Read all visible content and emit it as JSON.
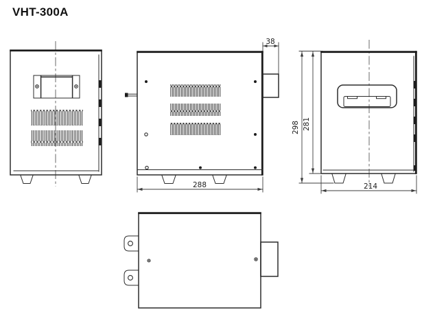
{
  "page": {
    "title": "VHT-300A",
    "background": "#ffffff",
    "line_color": "#2b2b2b"
  },
  "drawing": {
    "dimensions": {
      "terminal_depth": "38",
      "front_width": "288",
      "overall_height": "298",
      "body_height": "281",
      "side_depth": "214"
    }
  }
}
